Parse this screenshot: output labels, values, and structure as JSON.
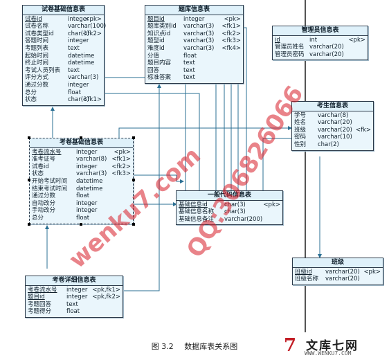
{
  "tables": {
    "shijuan": {
      "title": "试卷基础信息表",
      "rows": [
        {
          "field": "试卷id",
          "type": "integer",
          "key": "<pk>"
        },
        {
          "field": "试卷名称",
          "type": "varchar(100)",
          "key": ""
        },
        {
          "field": "试卷类型id",
          "type": "char(3)",
          "key": "<fk2>"
        },
        {
          "field": "答题时间",
          "type": "integer",
          "key": ""
        },
        {
          "field": "考题列表",
          "type": "text",
          "key": ""
        },
        {
          "field": "起始时间",
          "type": "datetime",
          "key": ""
        },
        {
          "field": "终止时间",
          "type": "datetime",
          "key": ""
        },
        {
          "field": "考试人员列表",
          "type": "text",
          "key": ""
        },
        {
          "field": "评分方式",
          "type": "varchar(3)",
          "key": ""
        },
        {
          "field": "通过分数",
          "type": "integer",
          "key": ""
        },
        {
          "field": "总分",
          "type": "float",
          "key": ""
        },
        {
          "field": "状态",
          "type": "char(3)",
          "key": "<fk1>"
        }
      ]
    },
    "tiku": {
      "title": "题库信息表",
      "rows": [
        {
          "field": "题目id",
          "type": "integer",
          "key": "<pk>"
        },
        {
          "field": "题库类别id",
          "type": "varchar(3)",
          "key": "<fk1>"
        },
        {
          "field": "知识点id",
          "type": "varchar(3)",
          "key": "<fk2>"
        },
        {
          "field": "题型id",
          "type": "varchar(3)",
          "key": "<fk3>"
        },
        {
          "field": "难度id",
          "type": "varchar(3)",
          "key": "<fk4>"
        },
        {
          "field": "分值",
          "type": "float",
          "key": ""
        },
        {
          "field": "题目内容",
          "type": "text",
          "key": ""
        },
        {
          "field": "回答",
          "type": "text",
          "key": ""
        },
        {
          "field": "标准答案",
          "type": "text",
          "key": ""
        }
      ]
    },
    "admin": {
      "title": "管理员信息表",
      "rows": [
        {
          "field": "id",
          "type": "int",
          "key": "<pk>"
        },
        {
          "field": "管理员姓名",
          "type": "varchar(20)",
          "key": ""
        },
        {
          "field": "管理员密码",
          "type": "varchar(20)",
          "key": ""
        }
      ]
    },
    "kaoshi": {
      "title": "考卷基础信息表",
      "rows": [
        {
          "field": "考卷流水号",
          "type": "integer",
          "key": "<pk>"
        },
        {
          "field": "准考证号",
          "type": "varchar(8)",
          "key": "<fk1>"
        },
        {
          "field": "试卷id",
          "type": "integer",
          "key": "<fk2>"
        },
        {
          "field": "状态",
          "type": "varchar(3)",
          "key": "<fk3>"
        },
        {
          "field": "开始考试时间",
          "type": "datetime",
          "key": ""
        },
        {
          "field": "结束考试时间",
          "type": "datetime",
          "key": ""
        },
        {
          "field": "通过分数",
          "type": "float",
          "key": ""
        },
        {
          "field": "自动改分",
          "type": "integer",
          "key": ""
        },
        {
          "field": "手动改分",
          "type": "integer",
          "key": ""
        },
        {
          "field": "总分",
          "type": "float",
          "key": ""
        }
      ]
    },
    "xuesheng": {
      "title": "考生信息表",
      "rows": [
        {
          "field": "学号",
          "type": "varchar(8)",
          "key": ""
        },
        {
          "field": "姓名",
          "type": "varchar(20)",
          "key": ""
        },
        {
          "field": "班级",
          "type": "varchar(20)",
          "key": "<fk>"
        },
        {
          "field": "密码",
          "type": "varchar(10)",
          "key": ""
        },
        {
          "field": "性别",
          "type": "char(2)",
          "key": ""
        }
      ]
    },
    "daima": {
      "title": "一般代码信息表",
      "rows": [
        {
          "field": "基础信息id",
          "type": "char(3)",
          "key": "<pk>"
        },
        {
          "field": "基础信息名称",
          "type": "char(3)",
          "key": ""
        },
        {
          "field": "基础信息备注",
          "type": "varchar(200)",
          "key": ""
        }
      ]
    },
    "banji": {
      "title": "班级",
      "rows": [
        {
          "field": "班级id",
          "type": "varchar(20)",
          "key": "<pk>"
        },
        {
          "field": "班级名称",
          "type": "varchar(20)",
          "key": ""
        }
      ]
    },
    "xiangxi": {
      "title": "考卷详细信息表",
      "rows": [
        {
          "field": "考卷流水号",
          "type": "integer",
          "key": "<pk,fk1>"
        },
        {
          "field": "题目id",
          "type": "integer",
          "key": "<pk,fk2>"
        },
        {
          "field": "考题回答",
          "type": "text",
          "key": ""
        },
        {
          "field": "考题得分",
          "type": "float",
          "key": ""
        }
      ]
    }
  },
  "caption": {
    "figure": "图 3.2",
    "text": "数据库表关系图"
  },
  "watermarks": {
    "site": "wenku7.com",
    "qq": "QQ:306826066"
  },
  "logo": {
    "name": "文库七网",
    "url": "WWW.WENKU7.COM"
  }
}
